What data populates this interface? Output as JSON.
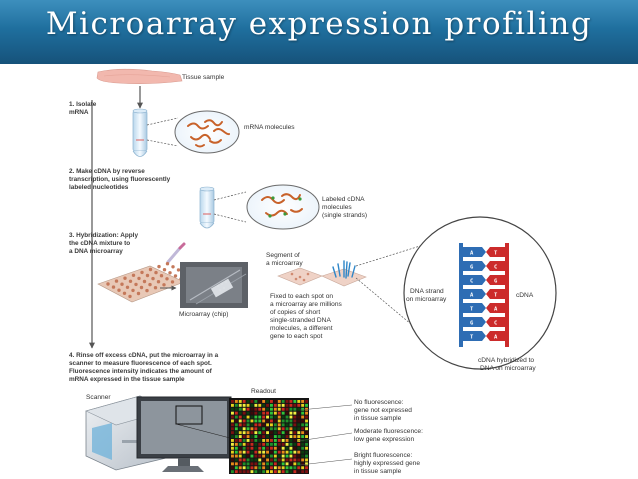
{
  "slide": {
    "title": "Microarray expression profiling"
  },
  "labels": {
    "tissue_sample": "Tissue sample",
    "step1_line1": "1. Isolate",
    "step1_line2": "mRNA",
    "mrna_molecules": "mRNA molecules",
    "step2_line1": "2. Make cDNA by reverse",
    "step2_line2": "transcription, using fluorescently",
    "step2_line3": "labeled nucleotides",
    "labeled_cdna_line1": "Labeled cDNA",
    "labeled_cdna_line2": "molecules",
    "labeled_cdna_line3": "(single strands)",
    "step3_line1": "3. Hybridization: Apply",
    "step3_line2": "the cDNA mixture to",
    "step3_line3": "a DNA microarray",
    "segment_line1": "Segment of",
    "segment_line2": "a microarray",
    "fixed_line1": "Fixed to each spot on",
    "fixed_line2": "a microarray are millions",
    "fixed_line3": "of copies of short",
    "fixed_line4": "single-stranded DNA",
    "fixed_line5": "molecules, a different",
    "fixed_line6": "gene to each spot",
    "microarray_chip": "Microarray (chip)",
    "dna_strand_line1": "DNA strand",
    "dna_strand_line2": "on microarray",
    "cdna": "cDNA",
    "hybridized_line1": "cDNA hybridized to",
    "hybridized_line2": "DNA on microarray",
    "step4_line1": "4. Rinse off excess cDNA, put the microarray in a",
    "step4_line2": "scanner to measure fluorescence of each spot.",
    "step4_line3": "Fluorescence intensity indicates the amount of",
    "step4_line4": "mRNA expressed in the tissue sample",
    "scanner": "Scanner",
    "readout": "Readout",
    "no_fl_line1": "No fluorescence:",
    "no_fl_line2": "gene not expressed",
    "no_fl_line3": "in tissue sample",
    "mod_fl_line1": "Moderate fluorescence:",
    "mod_fl_line2": "low gene expression",
    "bright_fl_line1": "Bright fluorescence:",
    "bright_fl_line2": "highly expressed gene",
    "bright_fl_line3": "in tissue sample"
  },
  "dna_pairs": {
    "left": [
      "A",
      "G",
      "C",
      "A",
      "T",
      "G",
      "T"
    ],
    "right": [
      "T",
      "C",
      "G",
      "T",
      "A",
      "C",
      "A"
    ]
  },
  "colors": {
    "header_top": "#3d8fbd",
    "header_bottom": "#16527a",
    "arrow": "#555555",
    "mrna": "#c8622a",
    "dna_left": "#2e6db4",
    "dna_right": "#cc2b2b",
    "tissue": "#f2b8ae"
  }
}
